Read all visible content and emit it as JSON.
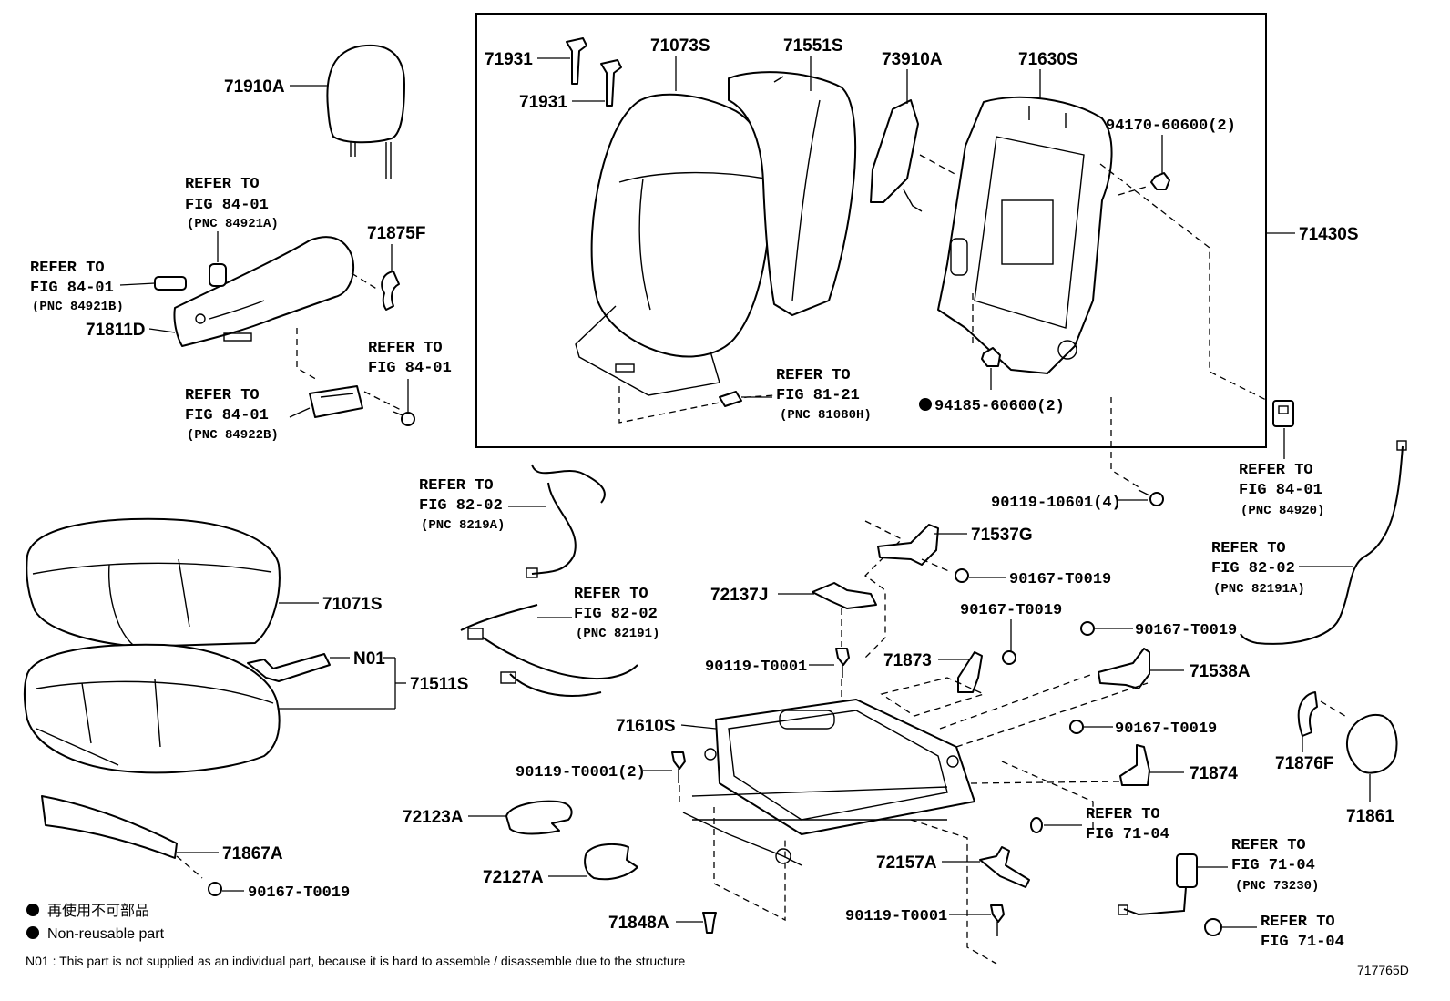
{
  "parts": {
    "p71910A": "71910A",
    "p71875F": "71875F",
    "p71811D": "71811D",
    "p71931a": "71931",
    "p71931b": "71931",
    "p71073S": "71073S",
    "p71551S": "71551S",
    "p73910A": "73910A",
    "p71630S": "71630S",
    "p94170": "94170-60600(2)",
    "p71430S": "71430S",
    "p94185": "94185-60600(2)",
    "p90119_10601": "90119-10601(4)",
    "p71071S": "71071S",
    "pN01": "N01",
    "p71511S": "71511S",
    "p71867A": "71867A",
    "p90167_a": "90167-T0019",
    "p71537G": "71537G",
    "p90167_b": "90167-T0019",
    "p72137J": "72137J",
    "p90167_c": "90167-T0019",
    "p90119_T0001a": "90119-T0001",
    "p71873": "71873",
    "p90167_d": "90167-T0019",
    "p71538A": "71538A",
    "p71610S": "71610S",
    "p90167_e": "90167-T0019",
    "p90119_T0001_2": "90119-T0001(2)",
    "p71874": "71874",
    "p72123A": "72123A",
    "p72127A": "72127A",
    "p72157A": "72157A",
    "p90119_T0001b": "90119-T0001",
    "p71848A": "71848A",
    "p71876F": "71876F",
    "p71861": "71861"
  },
  "refs": {
    "r1": {
      "l1": "REFER TO",
      "l2": "FIG 84-01",
      "l3": "(PNC 84921A)"
    },
    "r2": {
      "l1": "REFER TO",
      "l2": "FIG 84-01",
      "l3": "(PNC 84921B)"
    },
    "r3": {
      "l1": "REFER TO",
      "l2": "FIG 84-01"
    },
    "r4": {
      "l1": "REFER TO",
      "l2": "FIG 84-01",
      "l3": "(PNC 84922B)"
    },
    "r5": {
      "l1": "REFER TO",
      "l2": "FIG 81-21",
      "l3": "(PNC 81080H)"
    },
    "r6": {
      "l1": "REFER TO",
      "l2": "FIG 84-01",
      "l3": "(PNC 84920)"
    },
    "r7": {
      "l1": "REFER TO",
      "l2": "FIG 82-02",
      "l3": "(PNC 8219A)"
    },
    "r8": {
      "l1": "REFER TO",
      "l2": "FIG 82-02",
      "l3": "(PNC 82191)"
    },
    "r9": {
      "l1": "REFER TO",
      "l2": "FIG 82-02",
      "l3": "(PNC 82191A)"
    },
    "r10": {
      "l1": "REFER TO",
      "l2": "FIG 71-04"
    },
    "r11": {
      "l1": "REFER TO",
      "l2": "FIG 71-04",
      "l3": "(PNC 73230)"
    },
    "r12": {
      "l1": "REFER TO",
      "l2": "FIG 71-04"
    }
  },
  "legend": {
    "jp": "再使用不可部品",
    "en": "Non-reusable part",
    "n01": "N01 :  This part is not supplied as an individual part, because it is hard to assemble / disassemble due to the structure",
    "code": "717765D"
  }
}
